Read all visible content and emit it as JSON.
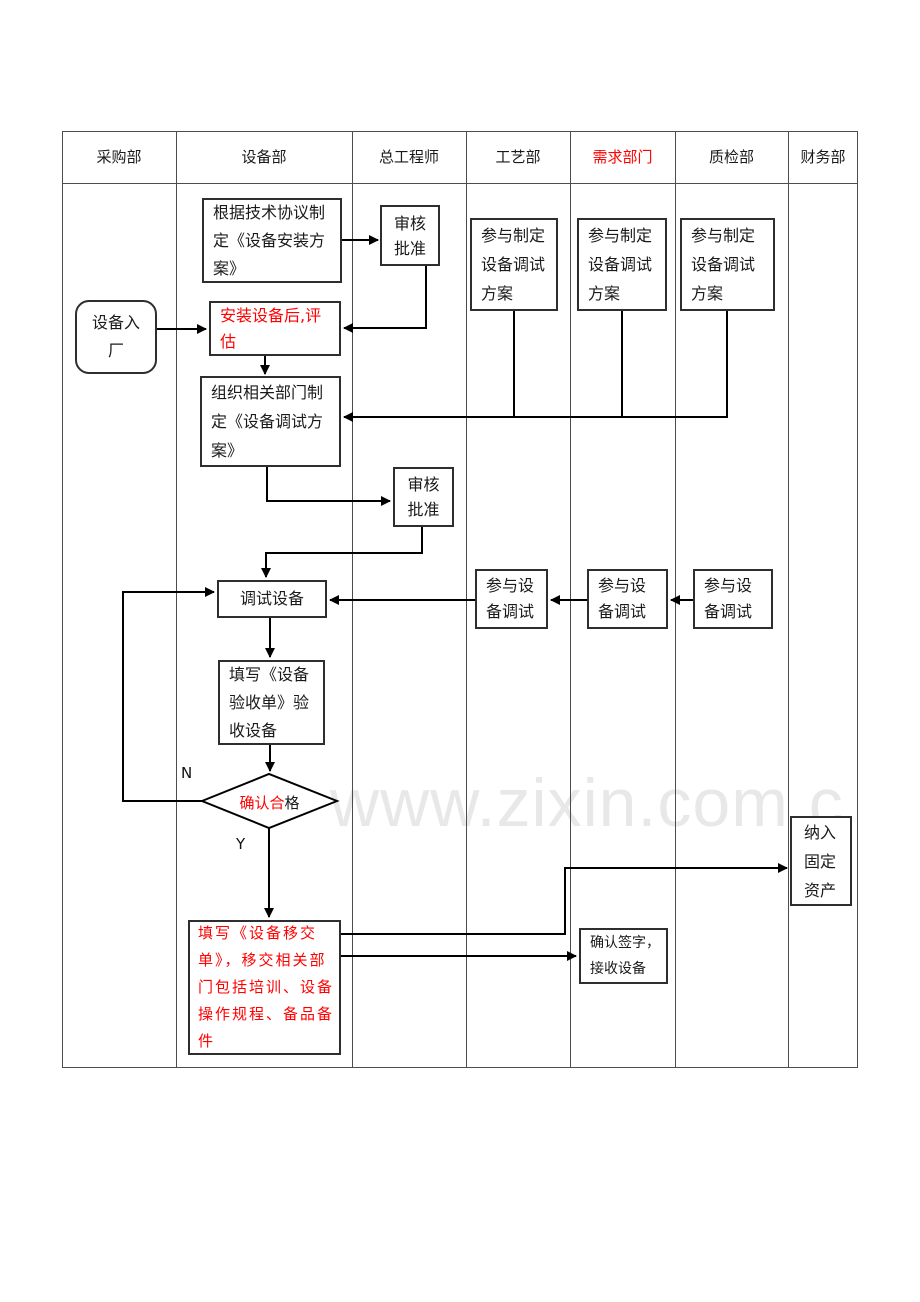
{
  "header": {
    "lanes": [
      {
        "label": "采购部",
        "color": "#000000"
      },
      {
        "label": "设备部",
        "color": "#000000"
      },
      {
        "label": "总工程师",
        "color": "#000000"
      },
      {
        "label": "工艺部",
        "color": "#000000"
      },
      {
        "label": "需求部门",
        "color": "#FF0000"
      },
      {
        "label": "质检部",
        "color": "#000000"
      },
      {
        "label": "财务部",
        "color": "#000000"
      }
    ]
  },
  "nodes": {
    "start": {
      "text": "设备入\n厂"
    },
    "install_plan": {
      "text": "根据技术协议制\n定《设备安装方\n案》"
    },
    "approve1": {
      "text": "审核\n批准"
    },
    "after_install": {
      "text": "安装设备后,评\n估",
      "color": "#FF0000"
    },
    "joint_plan_1": {
      "text": "参与制定\n设备调试\n方案"
    },
    "joint_plan_2": {
      "text": "参与制定\n设备调试\n方案"
    },
    "joint_plan_3": {
      "text": "参与制定\n设备调试\n方案"
    },
    "organize": {
      "text": "组织相关部门制\n定《设备调试方\n案》"
    },
    "approve2": {
      "text": "审核\n批准"
    },
    "debug": {
      "text": "调试设备"
    },
    "joint_debug_1": {
      "text": "参与设\n备调试"
    },
    "joint_debug_2": {
      "text": "参与设\n备调试"
    },
    "joint_debug_3": {
      "text": "参与设\n备调试"
    },
    "acceptance": {
      "text": "填写《设备\n验收单》验\n收设备"
    },
    "decision": {
      "text_red": "确认合",
      "text_black": "格"
    },
    "transfer": {
      "text": "填写《设备移交\n单》，移交相关部\n门包括培训、设备\n操作规程、备品备\n件",
      "color": "#FF0000"
    },
    "sign": {
      "text": "确认签字，\n接收设备"
    },
    "asset": {
      "text": "纳入\n固定\n资产"
    }
  },
  "branch_labels": {
    "no": "N",
    "yes": "Y"
  },
  "watermark": {
    "text": "www.zixin.com.c",
    "color": "#E8E8E8"
  },
  "colors": {
    "flow_line": "#000000",
    "node_border": "#2E2E2E",
    "red_text": "#FF0000",
    "lane_border": "#4D4D4D"
  }
}
